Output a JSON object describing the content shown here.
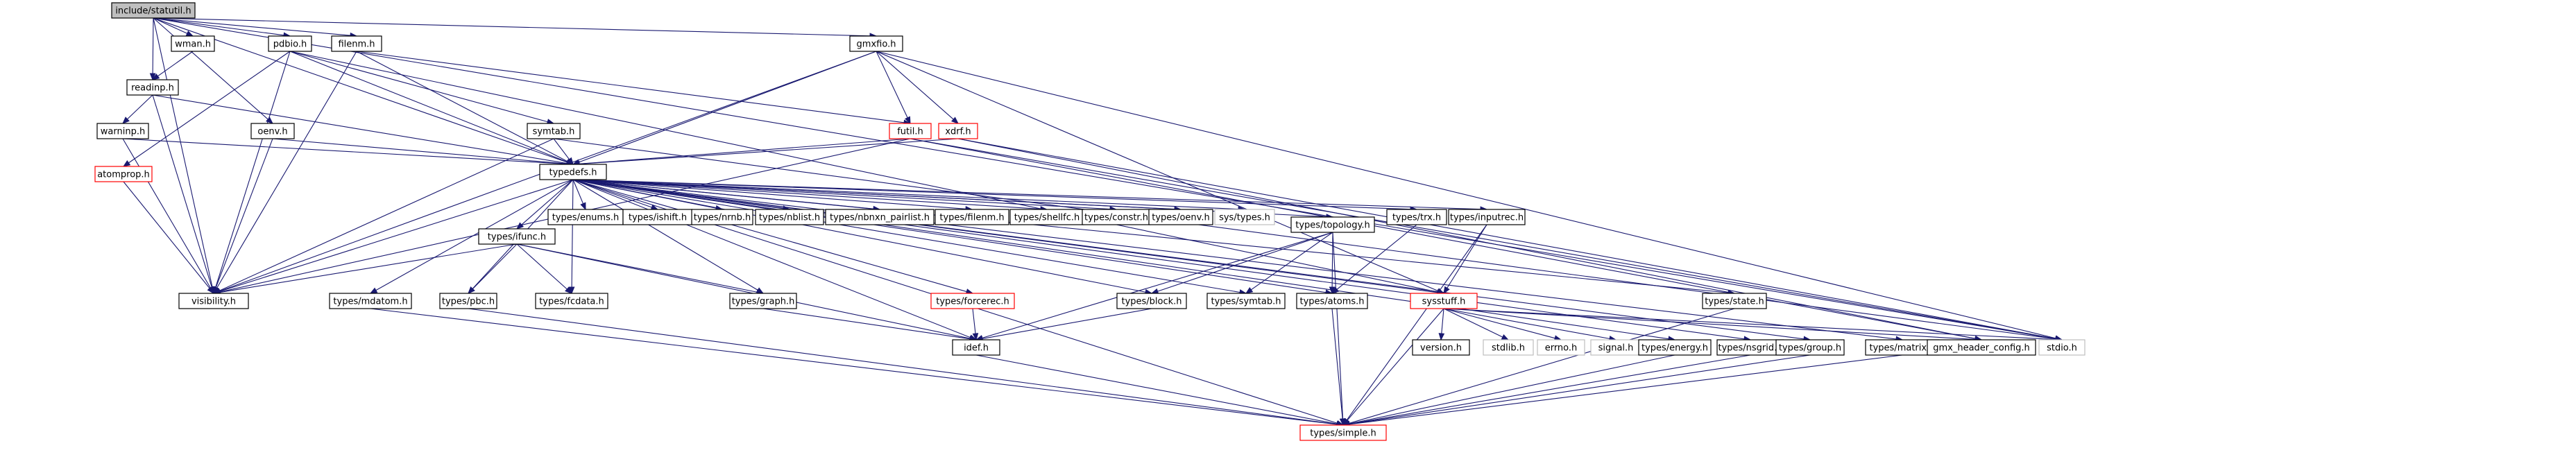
{
  "graph": {
    "root": "include/statutil.h",
    "nodes": [
      {
        "id": "statutil",
        "label": "include/statutil.h",
        "style": "root"
      },
      {
        "id": "wman",
        "label": "wman.h",
        "style": "normal"
      },
      {
        "id": "pdbio",
        "label": "pdbio.h",
        "style": "normal"
      },
      {
        "id": "filenm",
        "label": "filenm.h",
        "style": "normal"
      },
      {
        "id": "gmxfio",
        "label": "gmxfio.h",
        "style": "normal"
      },
      {
        "id": "readinp",
        "label": "readinp.h",
        "style": "normal"
      },
      {
        "id": "warninp",
        "label": "warninp.h",
        "style": "normal"
      },
      {
        "id": "oenv",
        "label": "oenv.h",
        "style": "normal"
      },
      {
        "id": "symtab",
        "label": "symtab.h",
        "style": "normal"
      },
      {
        "id": "futil",
        "label": "futil.h",
        "style": "red"
      },
      {
        "id": "xdrf",
        "label": "xdrf.h",
        "style": "red"
      },
      {
        "id": "atomprop",
        "label": "atomprop.h",
        "style": "red"
      },
      {
        "id": "typedefs",
        "label": "typedefs.h",
        "style": "normal"
      },
      {
        "id": "visibility",
        "label": "visibility.h",
        "style": "normal"
      },
      {
        "id": "enums",
        "label": "types/enums.h",
        "style": "normal"
      },
      {
        "id": "ishift",
        "label": "types/ishift.h",
        "style": "normal"
      },
      {
        "id": "nrnb",
        "label": "types/nrnb.h",
        "style": "normal"
      },
      {
        "id": "nblist",
        "label": "types/nblist.h",
        "style": "normal"
      },
      {
        "id": "nbnxnpl",
        "label": "types/nbnxn_pairlist.h",
        "style": "normal"
      },
      {
        "id": "tfilenm",
        "label": "types/filenm.h",
        "style": "normal"
      },
      {
        "id": "shellfc",
        "label": "types/shellfc.h",
        "style": "normal"
      },
      {
        "id": "constr",
        "label": "types/constr.h",
        "style": "normal"
      },
      {
        "id": "toenv",
        "label": "types/oenv.h",
        "style": "normal"
      },
      {
        "id": "systypes",
        "label": "sys/types.h",
        "style": "grey"
      },
      {
        "id": "topology",
        "label": "types/topology.h",
        "style": "normal"
      },
      {
        "id": "trx",
        "label": "types/trx.h",
        "style": "normal"
      },
      {
        "id": "inputrec",
        "label": "types/inputrec.h",
        "style": "normal"
      },
      {
        "id": "ifunc",
        "label": "types/ifunc.h",
        "style": "normal"
      },
      {
        "id": "mdatom",
        "label": "types/mdatom.h",
        "style": "normal"
      },
      {
        "id": "pbc",
        "label": "types/pbc.h",
        "style": "normal"
      },
      {
        "id": "fcdata",
        "label": "types/fcdata.h",
        "style": "normal"
      },
      {
        "id": "graph",
        "label": "types/graph.h",
        "style": "normal"
      },
      {
        "id": "forcerec",
        "label": "types/forcerec.h",
        "style": "red"
      },
      {
        "id": "block",
        "label": "types/block.h",
        "style": "normal"
      },
      {
        "id": "tsymtab",
        "label": "types/symtab.h",
        "style": "normal"
      },
      {
        "id": "atoms",
        "label": "types/atoms.h",
        "style": "normal"
      },
      {
        "id": "sysstuff",
        "label": "sysstuff.h",
        "style": "red"
      },
      {
        "id": "state",
        "label": "types/state.h",
        "style": "normal"
      },
      {
        "id": "idef",
        "label": "idef.h",
        "style": "normal"
      },
      {
        "id": "version",
        "label": "version.h",
        "style": "normal"
      },
      {
        "id": "stdlib",
        "label": "stdlib.h",
        "style": "grey"
      },
      {
        "id": "errno",
        "label": "errno.h",
        "style": "grey"
      },
      {
        "id": "signal",
        "label": "signal.h",
        "style": "grey"
      },
      {
        "id": "energy",
        "label": "types/energy.h",
        "style": "normal"
      },
      {
        "id": "nsgrid",
        "label": "types/nsgrid.h",
        "style": "normal"
      },
      {
        "id": "group",
        "label": "types/group.h",
        "style": "normal"
      },
      {
        "id": "matrix",
        "label": "types/matrix.h",
        "style": "normal"
      },
      {
        "id": "gmxhdr",
        "label": "gmx_header_config.h",
        "style": "normal"
      },
      {
        "id": "stdio",
        "label": "stdio.h",
        "style": "grey"
      },
      {
        "id": "simple",
        "label": "types/simple.h",
        "style": "red"
      }
    ],
    "edges": [
      [
        "statutil",
        "wman"
      ],
      [
        "statutil",
        "pdbio"
      ],
      [
        "statutil",
        "filenm"
      ],
      [
        "statutil",
        "gmxfio"
      ],
      [
        "statutil",
        "readinp"
      ],
      [
        "statutil",
        "oenv"
      ],
      [
        "statutil",
        "typedefs"
      ],
      [
        "statutil",
        "visibility"
      ],
      [
        "statutil",
        "stdio"
      ],
      [
        "wman",
        "readinp"
      ],
      [
        "readinp",
        "warninp"
      ],
      [
        "readinp",
        "typedefs"
      ],
      [
        "readinp",
        "visibility"
      ],
      [
        "warninp",
        "typedefs"
      ],
      [
        "warninp",
        "visibility"
      ],
      [
        "pdbio",
        "symtab"
      ],
      [
        "pdbio",
        "atomprop"
      ],
      [
        "pdbio",
        "typedefs"
      ],
      [
        "pdbio",
        "visibility"
      ],
      [
        "pdbio",
        "sysstuff"
      ],
      [
        "filenm",
        "futil"
      ],
      [
        "filenm",
        "typedefs"
      ],
      [
        "filenm",
        "visibility"
      ],
      [
        "gmxfio",
        "futil"
      ],
      [
        "gmxfio",
        "xdrf"
      ],
      [
        "gmxfio",
        "typedefs"
      ],
      [
        "gmxfio",
        "visibility"
      ],
      [
        "gmxfio",
        "sysstuff"
      ],
      [
        "gmxfio",
        "stdio"
      ],
      [
        "oenv",
        "typedefs"
      ],
      [
        "oenv",
        "visibility"
      ],
      [
        "symtab",
        "typedefs"
      ],
      [
        "symtab",
        "visibility"
      ],
      [
        "symtab",
        "stdio"
      ],
      [
        "atomprop",
        "visibility"
      ],
      [
        "futil",
        "typedefs"
      ],
      [
        "futil",
        "visibility"
      ],
      [
        "futil",
        "gmxhdr"
      ],
      [
        "futil",
        "stdio"
      ],
      [
        "xdrf",
        "typedefs"
      ],
      [
        "xdrf",
        "gmxhdr"
      ],
      [
        "xdrf",
        "stdio"
      ],
      [
        "typedefs",
        "visibility"
      ],
      [
        "typedefs",
        "enums"
      ],
      [
        "typedefs",
        "ishift"
      ],
      [
        "typedefs",
        "nrnb"
      ],
      [
        "typedefs",
        "nblist"
      ],
      [
        "typedefs",
        "nbnxnpl"
      ],
      [
        "typedefs",
        "tfilenm"
      ],
      [
        "typedefs",
        "shellfc"
      ],
      [
        "typedefs",
        "constr"
      ],
      [
        "typedefs",
        "toenv"
      ],
      [
        "typedefs",
        "systypes"
      ],
      [
        "typedefs",
        "topology"
      ],
      [
        "typedefs",
        "trx"
      ],
      [
        "typedefs",
        "inputrec"
      ],
      [
        "typedefs",
        "ifunc"
      ],
      [
        "typedefs",
        "mdatom"
      ],
      [
        "typedefs",
        "pbc"
      ],
      [
        "typedefs",
        "fcdata"
      ],
      [
        "typedefs",
        "graph"
      ],
      [
        "typedefs",
        "forcerec"
      ],
      [
        "typedefs",
        "block"
      ],
      [
        "typedefs",
        "tsymtab"
      ],
      [
        "typedefs",
        "atoms"
      ],
      [
        "typedefs",
        "sysstuff"
      ],
      [
        "typedefs",
        "state"
      ],
      [
        "typedefs",
        "idef"
      ],
      [
        "typedefs",
        "energy"
      ],
      [
        "typedefs",
        "nsgrid"
      ],
      [
        "typedefs",
        "group"
      ],
      [
        "typedefs",
        "matrix"
      ],
      [
        "typedefs",
        "simple"
      ],
      [
        "ifunc",
        "visibility"
      ],
      [
        "ifunc",
        "pbc"
      ],
      [
        "ifunc",
        "fcdata"
      ],
      [
        "ifunc",
        "graph"
      ],
      [
        "ifunc",
        "idef"
      ],
      [
        "mdatom",
        "simple"
      ],
      [
        "pbc",
        "simple"
      ],
      [
        "graph",
        "idef"
      ],
      [
        "forcerec",
        "idef"
      ],
      [
        "topology",
        "block"
      ],
      [
        "topology",
        "tsymtab"
      ],
      [
        "topology",
        "atoms"
      ],
      [
        "topology",
        "idef"
      ],
      [
        "topology",
        "simple"
      ],
      [
        "block",
        "idef"
      ],
      [
        "atoms",
        "simple"
      ],
      [
        "trx",
        "atoms"
      ],
      [
        "inputrec",
        "sysstuff"
      ],
      [
        "inputrec",
        "simple"
      ],
      [
        "sysstuff",
        "version"
      ],
      [
        "sysstuff",
        "stdlib"
      ],
      [
        "sysstuff",
        "errno"
      ],
      [
        "sysstuff",
        "signal"
      ],
      [
        "sysstuff",
        "gmxhdr"
      ],
      [
        "sysstuff",
        "stdio"
      ],
      [
        "sysstuff",
        "simple"
      ],
      [
        "idef",
        "simple"
      ],
      [
        "energy",
        "simple"
      ],
      [
        "nsgrid",
        "simple"
      ],
      [
        "group",
        "simple"
      ],
      [
        "state",
        "simple"
      ],
      [
        "matrix",
        "simple"
      ]
    ]
  }
}
